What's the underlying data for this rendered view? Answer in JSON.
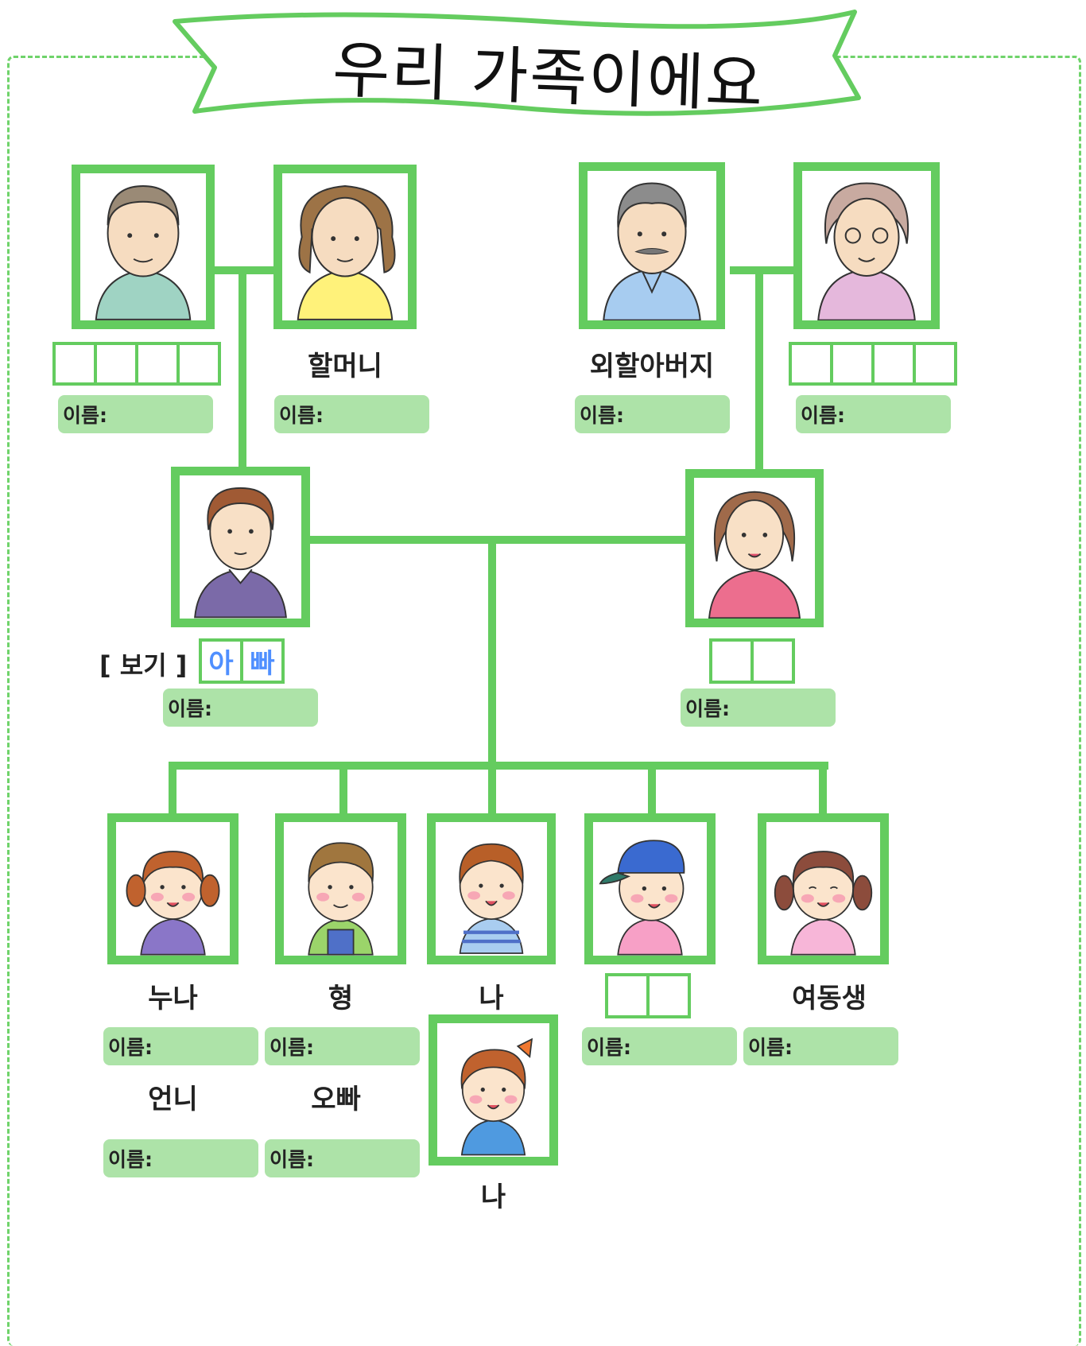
{
  "title": "우리 가족이에요",
  "example": {
    "tag": "[ 보기 ]",
    "chars": [
      "아",
      "빠"
    ]
  },
  "name_prefix": "이름:",
  "labels": {
    "grandmother": "할머니",
    "maternal_grandfather": "외할아버지",
    "older_sister_boy": "누나",
    "older_brother_boy": "형",
    "me_boy": "나",
    "younger_sister": "여동생",
    "older_sister_girl": "언니",
    "older_brother_girl": "오빠",
    "me_girl": "나"
  },
  "colors": {
    "frame_green": "#64cc5f",
    "name_box": "#ade3a8",
    "example_blue": "#4f8fff"
  }
}
